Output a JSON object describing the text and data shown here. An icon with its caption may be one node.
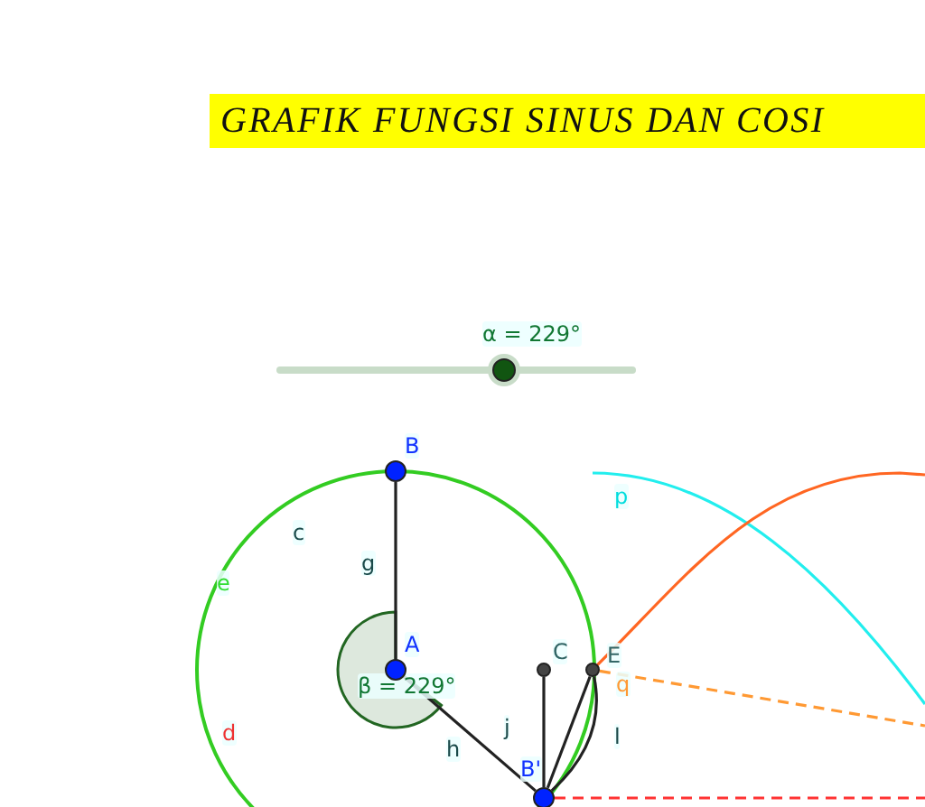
{
  "diagram": {
    "title": "GRAFIK FUNGSI SINUS DAN COSI",
    "nodes": [
      {
        "text": [
          "B"
        ]
      },
      {
        "text": [
          "A"
        ]
      },
      {
        "text": [
          "C"
        ]
      },
      {
        "text": [
          "E"
        ]
      },
      {
        "text": [
          "B'"
        ]
      }
    ],
    "edges": [
      {
        "from": 1,
        "to": 0,
        "arrow": "none",
        "label": "g"
      },
      {
        "from": 1,
        "to": 4,
        "arrow": "none",
        "label": "h"
      },
      {
        "from": 2,
        "to": 4,
        "arrow": "none",
        "label": "j"
      },
      {
        "from": 4,
        "to": 3,
        "arrow": "none"
      },
      {
        "from": 4,
        "to": 3,
        "arrow": "none",
        "label": "l"
      },
      {
        "from": 3,
        "to": null,
        "arrow": "none",
        "label": "q",
        "style": "dashed",
        "color": "#ff9933"
      },
      {
        "from": 4,
        "to": null,
        "arrow": "none",
        "style": "dashed",
        "color": "#ff3333"
      }
    ],
    "labels": [
      "α = 229°",
      "β = 229°",
      "c",
      "e",
      "d",
      "p"
    ]
  }
}
